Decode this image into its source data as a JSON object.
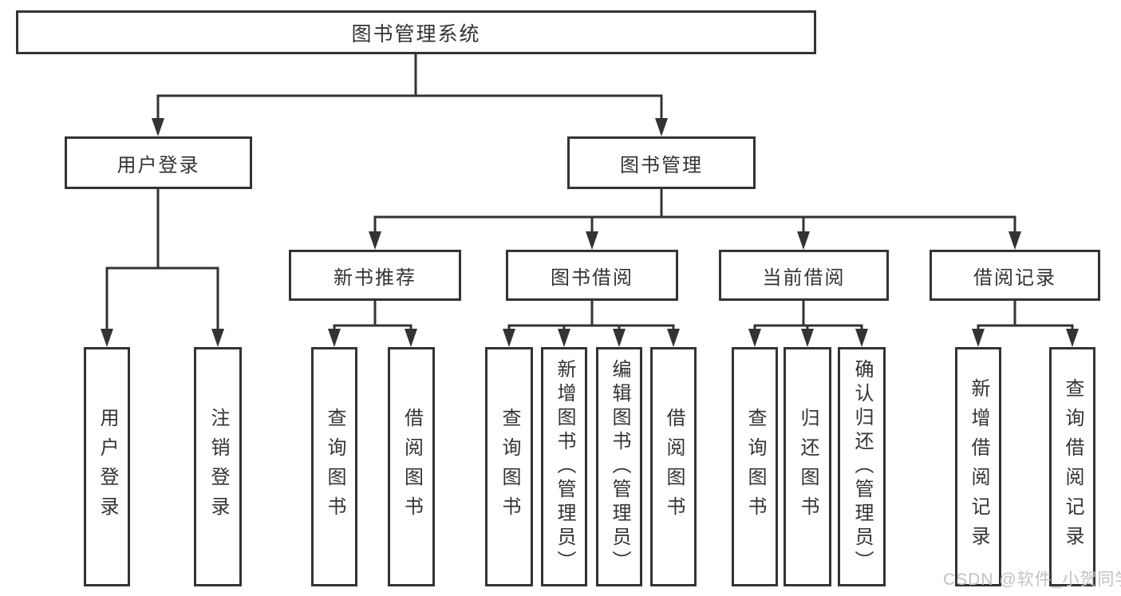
{
  "tree": {
    "root": {
      "label": "图书管理系统"
    },
    "user_login": {
      "label": "用户登录",
      "children": [
        {
          "label": "用户登录"
        },
        {
          "label": "注销登录"
        }
      ]
    },
    "book_mgmt": {
      "label": "图书管理",
      "children": [
        {
          "label": "新书推荐",
          "children": [
            {
              "label": "查询图书"
            },
            {
              "label": "借阅图书"
            }
          ]
        },
        {
          "label": "图书借阅",
          "children": [
            {
              "label": "查询图书"
            },
            {
              "label": "新增图书（管理员）"
            },
            {
              "label": "编辑图书（管理员）"
            },
            {
              "label": "借阅图书"
            }
          ]
        },
        {
          "label": "当前借阅",
          "children": [
            {
              "label": "查询图书"
            },
            {
              "label": "归还图书"
            },
            {
              "label": "确认归还（管理员）"
            }
          ]
        },
        {
          "label": "借阅记录",
          "children": [
            {
              "label": "新增借阅记录"
            },
            {
              "label": "查询借阅记录"
            }
          ]
        }
      ]
    }
  },
  "watermark": {
    "text": "CSDN @软件_小贺同学"
  },
  "colors": {
    "line": "#333333",
    "text": "#333333",
    "box_background": "#ffffff",
    "page_background": "#ffffff",
    "watermark": "#c2c2c2"
  }
}
